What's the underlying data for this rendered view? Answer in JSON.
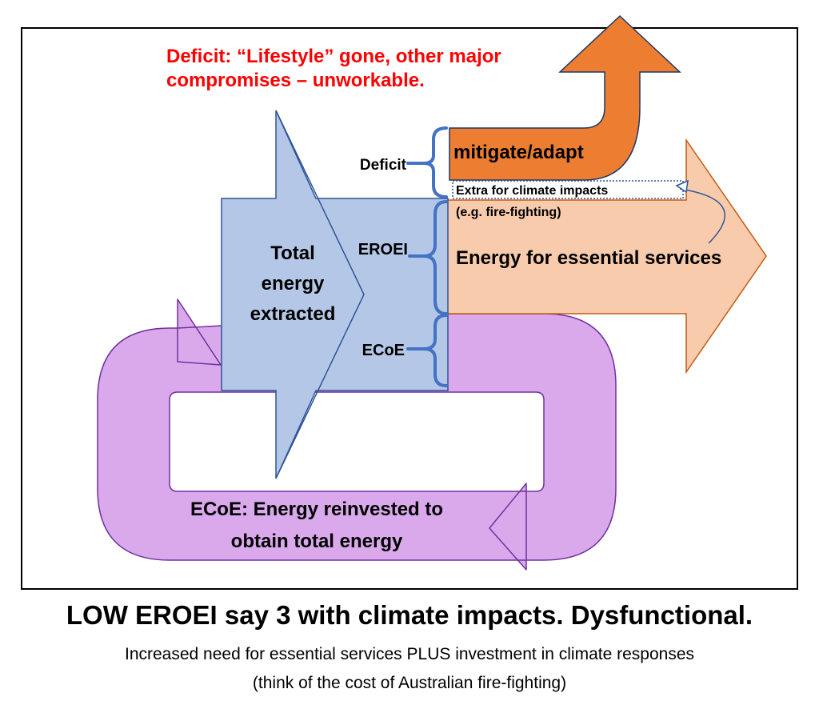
{
  "diagram": {
    "deficit_headline_line1": "Deficit: “Lifestyle” gone, other major",
    "deficit_headline_line2": "compromises – unworkable.",
    "mitigate_label": "mitigate/adapt",
    "deficit_label": "Deficit",
    "extra_label": "Extra for climate impacts",
    "extra_example": "(e.g. fire-fighting)",
    "eroei_label": "EROEI",
    "ecoe_label": "ECoE",
    "total_line1": "Total",
    "total_line2": "energy",
    "total_line3": "extracted",
    "essential_label": "Energy for essential services",
    "reinvest_line1": "ECoE: Energy reinvested to",
    "reinvest_line2": "obtain total energy"
  },
  "caption": {
    "title": "LOW EROEI say 3 with climate impacts. Dysfunctional.",
    "line1": "Increased need for essential services PLUS investment in climate responses",
    "line2": "(think of the cost of Australian fire-fighting)"
  },
  "colors": {
    "blue_fill": "#b4c7e7",
    "blue_stroke": "#4472c4",
    "orange_fill": "#ed7d31",
    "peach_fill": "#f8cbad",
    "purple_fill": "#d9a9ec",
    "red_text": "#ff0000"
  }
}
